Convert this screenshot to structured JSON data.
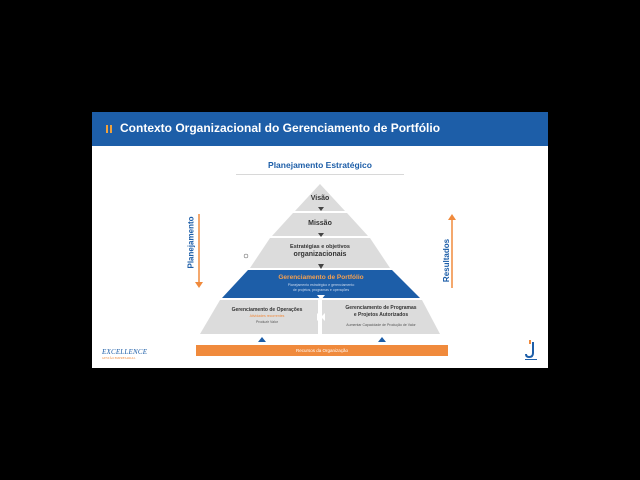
{
  "slide": {
    "title": "Contexto Organizacional do Gerenciamento de Portfólio",
    "top_label": "Planejamento Estratégico",
    "left_side_label": "Planejamento",
    "right_side_label": "Resultados",
    "levels": {
      "visao": "Visão",
      "missao": "Missão",
      "estrategias_line1": "Estratégias e objetivos",
      "estrategias_line2": "organizacionais",
      "portfolio_title": "Gerenciamento de Portfólio",
      "portfolio_sub1": "Planejamento estratégico e gerenciamento",
      "portfolio_sub2": "de projetos, programas e operações",
      "operacoes_title": "Gerenciamento de Operações",
      "operacoes_sub": "Atividades recorrentes",
      "operacoes_note": "Produzir Valor",
      "programas_title1": "Gerenciamento de Programas",
      "programas_title2": "e Projetos Autorizados",
      "programas_note": "Aumentar Capacidade de Produção de Valor"
    },
    "bottom_bar": "Recursos da Organização",
    "logo_left": "EXCELLENCE",
    "logo_left_sub": "GESTÃO EMPRESARIAL",
    "colors": {
      "title_bar": "#1d5ea8",
      "accent": "#f08a3c",
      "pyramid_gray": "#dcdcdc"
    }
  }
}
